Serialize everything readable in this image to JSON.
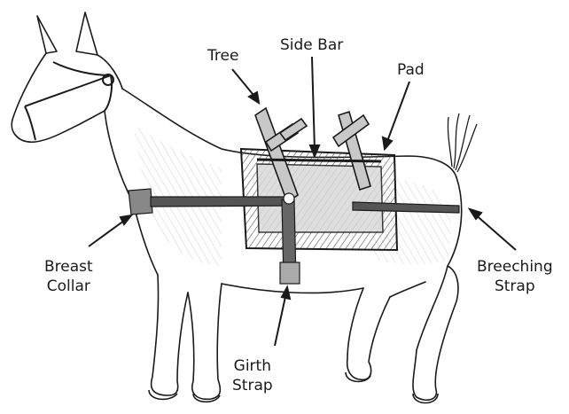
{
  "labels": {
    "tree": "Tree",
    "side_bar": "Side Bar",
    "pad": "Pad",
    "breast_collar": [
      "Breast",
      "Collar"
    ],
    "breeching_strap": [
      "Breeching",
      "Strap"
    ],
    "girth_strap": [
      "Girth",
      "Strap"
    ]
  },
  "colors": {
    "ink": "#1a1a1a",
    "shading": "#6b6b6b",
    "paper": "#ffffff"
  }
}
